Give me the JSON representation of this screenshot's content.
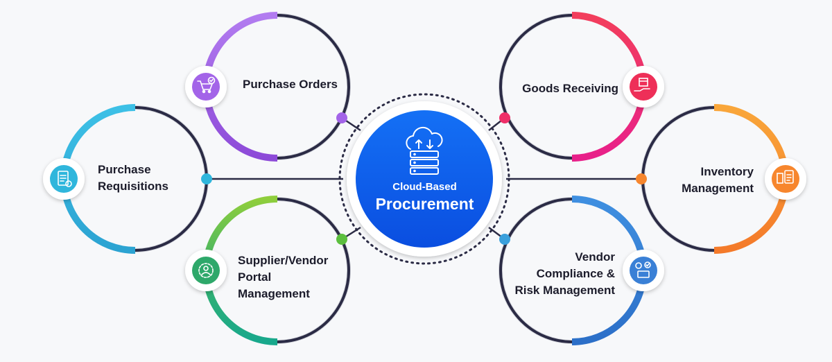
{
  "center": {
    "subtitle": "Cloud-Based",
    "title": "Procurement",
    "icon": "cloud-server-icon",
    "color": "#0a5cf0"
  },
  "modules": [
    {
      "key": "purchase-orders",
      "lines": [
        "Purchase Orders"
      ],
      "icon": "shopping-cart-check-icon",
      "color": "#a364e8"
    },
    {
      "key": "purchase-requisitions",
      "lines": [
        "Purchase",
        "Requisitions"
      ],
      "icon": "clipboard-document-icon",
      "color": "#2fb6dc"
    },
    {
      "key": "supplier-vendor-portal",
      "lines": [
        "Supplier/Vendor",
        "Portal",
        "Management"
      ],
      "icon": "gear-person-icon",
      "color": "#36b26a"
    },
    {
      "key": "goods-receiving",
      "lines": [
        "Goods Receiving"
      ],
      "icon": "package-receiving-icon",
      "color": "#ee2f68"
    },
    {
      "key": "inventory-management",
      "lines": [
        "Inventory",
        "Management"
      ],
      "icon": "inventory-checklist-icon",
      "color": "#f7862d"
    },
    {
      "key": "vendor-compliance-risk",
      "lines": [
        "Vendor",
        "Compliance &",
        "Risk Management"
      ],
      "icon": "compliance-shield-icon",
      "color": "#3a80d6"
    }
  ],
  "ring_color": "#2b2b45"
}
